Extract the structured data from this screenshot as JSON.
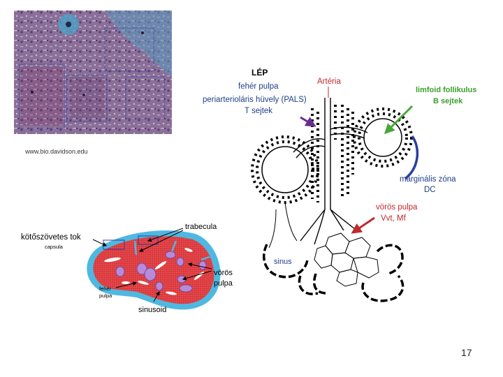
{
  "colors": {
    "micrograph_base": "#8a6f98",
    "micrograph_blue": "#5b9bc0",
    "micrograph_dark": "#4b2c55",
    "capsule_blue": "#4fb8e0",
    "red_pulp": "#d8363a",
    "white_pulp": "#b98ad8",
    "label_blue": "#1f3f86",
    "label_red": "#c0292c",
    "label_green": "#3a9f2e",
    "arrow_purple": "#6a2c8f",
    "arrow_red": "#c0292c",
    "arrow_green": "#4aa63a",
    "arc_blue": "#2b3f9f"
  },
  "micrograph": {
    "credit": "www.bio.davidson.edu"
  },
  "section_diagram": {
    "labels": {
      "capsule_hu": "kötőszövetes tok",
      "capsule_en": "capsula",
      "trabecula": "trabecula",
      "red_pulp_line1": "vörös",
      "red_pulp_line2": "pulpa",
      "white_pulp_line1": "fehér",
      "white_pulp_line2": "pulpa",
      "sinusoid": "sinusoid"
    }
  },
  "schema": {
    "title": "LÉP",
    "white_pulp": "fehér pulpa",
    "artery": "Artéria",
    "pals": "periarterioláris hüvely (PALS)",
    "t_cells": "T sejtek",
    "follicle": "limfoid follikulus",
    "b_cells": "B sejtek",
    "marginal_zone": "marginális zóna",
    "dc": "DC",
    "red_pulp": "vörös pulpa",
    "red_pulp_cells": "Vvt, Mf",
    "sinus": "sinus"
  },
  "slide_number": "17"
}
